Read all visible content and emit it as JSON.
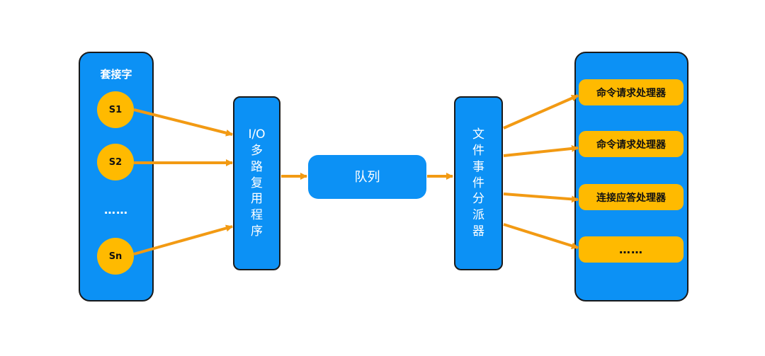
{
  "sockets": {
    "title": "套接字",
    "items": [
      "S1",
      "S2",
      "Sn"
    ],
    "ellipsis": "……"
  },
  "multiplexer": {
    "lines": [
      "I/O",
      "多",
      "路",
      "复",
      "用",
      "程",
      "序"
    ]
  },
  "queue": {
    "label": "队列"
  },
  "dispatcher": {
    "lines": [
      "文",
      "件",
      "事",
      "件",
      "分",
      "派",
      "器"
    ]
  },
  "handlers": {
    "items": [
      "命令请求处理器",
      "命令请求处理器",
      "连接应答处理器",
      "……"
    ]
  },
  "colors": {
    "blue": "#0c91f5",
    "yellow": "#ffba00",
    "arrow": "#f29a13",
    "border": "#1a1a1a"
  }
}
